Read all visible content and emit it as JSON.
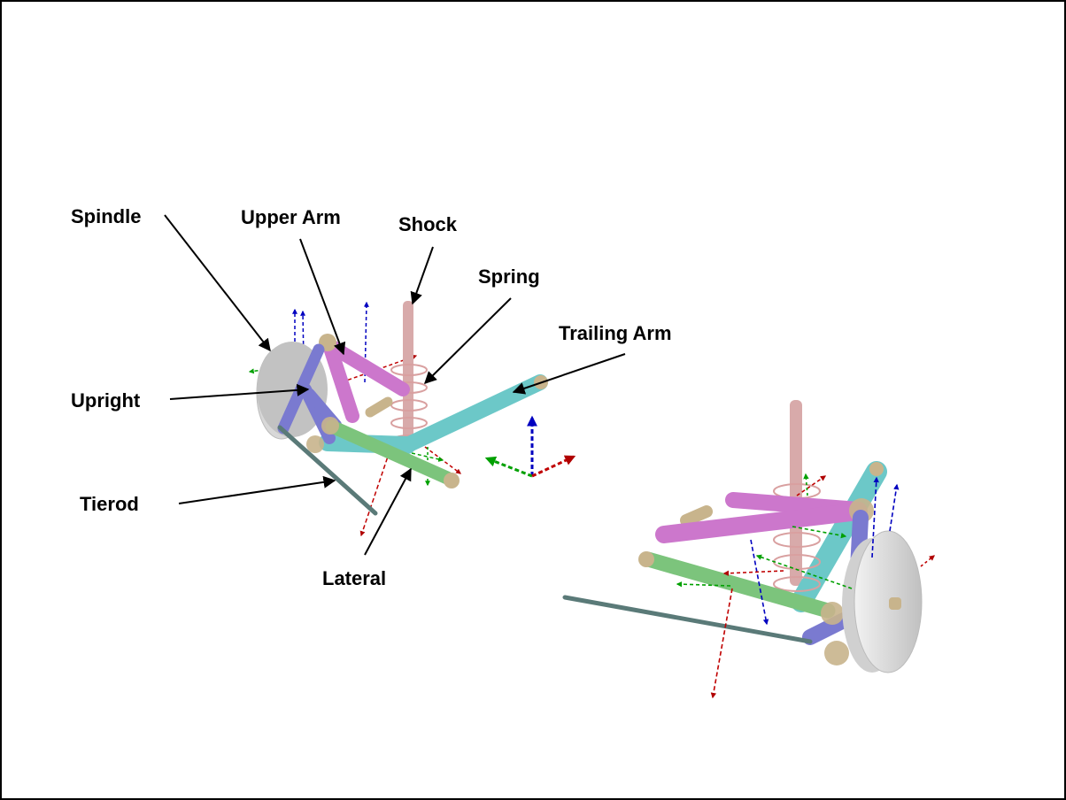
{
  "diagram": {
    "title": "Suspension assembly 3D views",
    "colors": {
      "spindle": "#c8c8c8",
      "upright": "#7a7ad0",
      "upper_arm": "#cc77cc",
      "shock": "#d8aaaa",
      "spring": "#d9a0a0",
      "trailing_arm": "#6cc8c8",
      "lateral": "#7cc47c",
      "tierod": "#5a7a78",
      "bushing": "#c8b48c",
      "axis_x": "#c00000",
      "axis_y": "#00a000",
      "axis_z": "#0000c0",
      "annotation": "#000000"
    },
    "labels": [
      {
        "id": "spindle",
        "text": "Spindle"
      },
      {
        "id": "upper-arm",
        "text": "Upper Arm"
      },
      {
        "id": "shock",
        "text": "Shock"
      },
      {
        "id": "spring",
        "text": "Spring"
      },
      {
        "id": "trailing-arm",
        "text": "Trailing Arm"
      },
      {
        "id": "upright",
        "text": "Upright"
      },
      {
        "id": "tierod",
        "text": "Tierod"
      },
      {
        "id": "lateral",
        "text": "Lateral"
      }
    ],
    "views": [
      {
        "id": "view-left",
        "description": "Rear-left isometric view, labeled"
      },
      {
        "id": "view-right",
        "description": "Front-right isometric view, unlabeled"
      }
    ],
    "global_triad": {
      "axes": [
        "x",
        "y",
        "z"
      ]
    }
  }
}
